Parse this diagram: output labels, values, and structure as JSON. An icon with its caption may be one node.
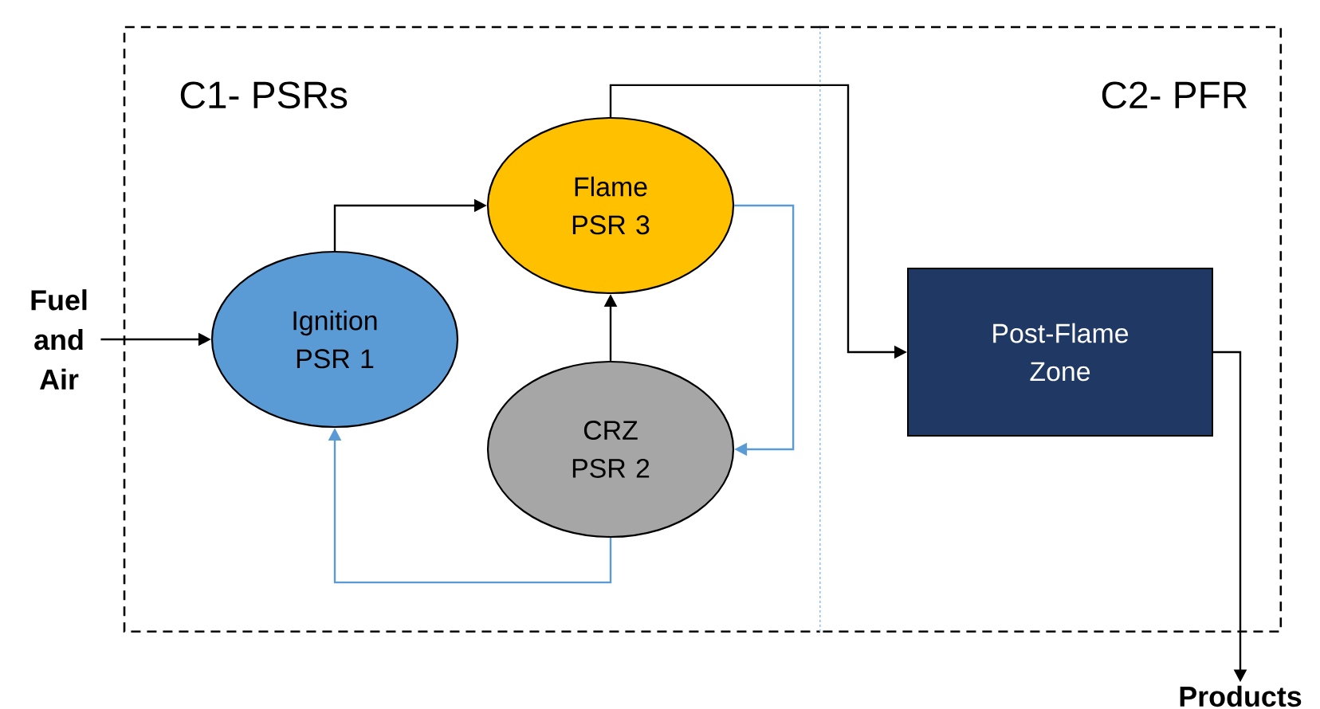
{
  "diagram": {
    "nodes": [
      {
        "text": [
          "C1- PSRs"
        ]
      },
      {
        "text": [
          "C2- PFR"
        ]
      },
      {
        "text": [
          "Fuel and Air"
        ]
      },
      {
        "text": [
          "Ignition PSR 1"
        ],
        "in": 0
      },
      {
        "text": [
          "Flame PSR 3"
        ],
        "in": 0
      },
      {
        "text": [
          "CRZ PSR 2"
        ],
        "in": 0
      },
      {
        "text": [
          "Post-Flame Zone"
        ],
        "in": 1
      },
      {
        "text": [
          "Products"
        ]
      }
    ],
    "edges": [
      {
        "from": 2,
        "to": 3,
        "arrow": "to"
      },
      {
        "from": 3,
        "to": 4,
        "arrow": "to"
      },
      {
        "from": 5,
        "to": 4,
        "arrow": "to"
      },
      {
        "from": 4,
        "to": 5,
        "arrow": "to",
        "color": "#5b9bd5"
      },
      {
        "from": 5,
        "to": 3,
        "arrow": "to",
        "color": "#5b9bd5"
      },
      {
        "from": 4,
        "to": 6,
        "arrow": "to"
      },
      {
        "from": 6,
        "to": 7,
        "arrow": "to"
      }
    ]
  }
}
